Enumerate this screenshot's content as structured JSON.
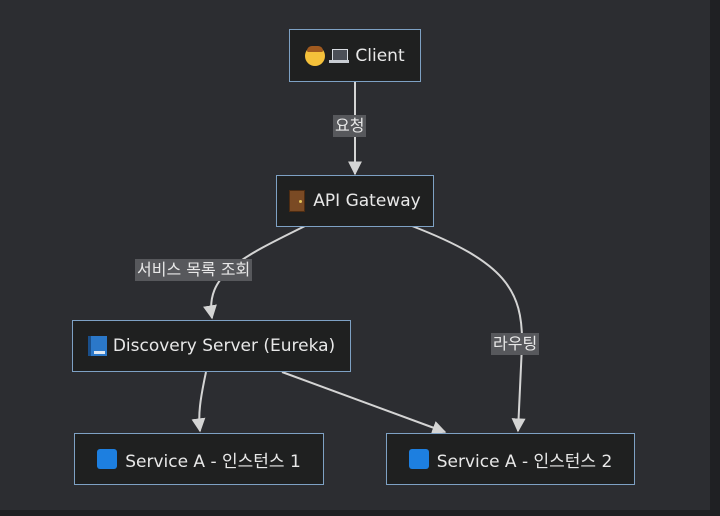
{
  "nodes": {
    "client": "Client",
    "gateway": "API Gateway",
    "discovery": "Discovery Server (Eureka)",
    "service1": "Service A - 인스턴스 1",
    "service2": "Service A - 인스턴스 2"
  },
  "edges": {
    "request": "요청",
    "lookup": "서비스 목록 조회",
    "routing": "라우팅"
  },
  "icons": {
    "client": [
      "person-face-icon",
      "laptop-icon"
    ],
    "gateway": "door-icon",
    "discovery": "blue-book-icon",
    "service": "blue-square-icon"
  },
  "colors": {
    "background": "#2c2d31",
    "node_fill": "#1f2020",
    "node_border": "#7ea1c4",
    "edge": "#d4d4d4",
    "label_bg": "#57585c"
  }
}
